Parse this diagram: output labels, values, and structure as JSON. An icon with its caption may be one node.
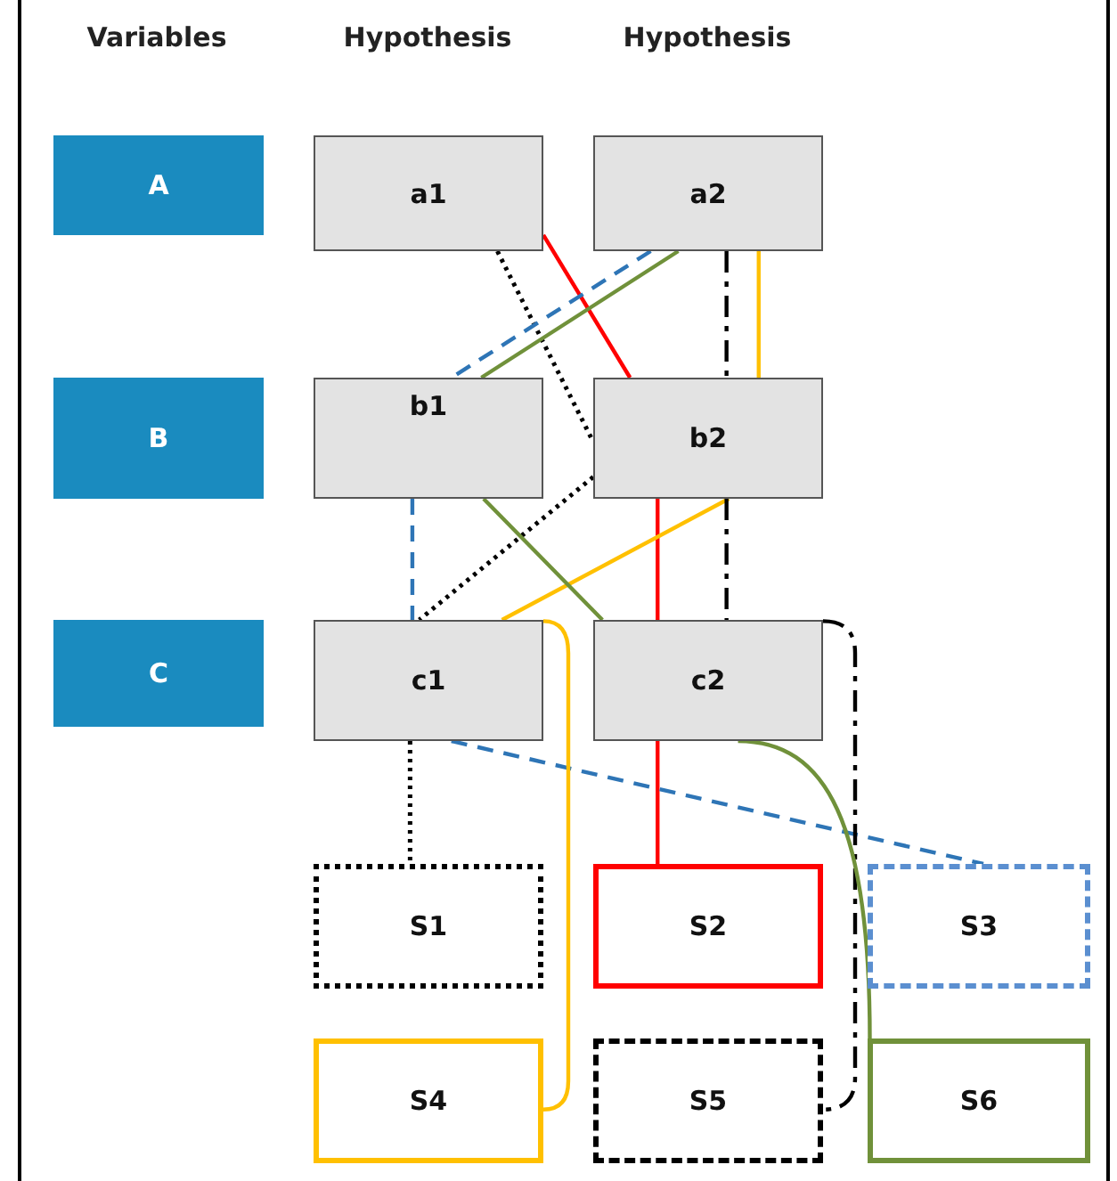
{
  "diagram": {
    "nodes": [
      {
        "text": [
          "A"
        ]
      },
      {
        "text": [
          "B"
        ]
      },
      {
        "text": [
          "C"
        ]
      },
      {
        "text": [
          "a1"
        ]
      },
      {
        "text": [
          "a2"
        ]
      },
      {
        "text": [
          "b1"
        ]
      },
      {
        "text": [
          "b2"
        ]
      },
      {
        "text": [
          "c1"
        ]
      },
      {
        "text": [
          "c2"
        ]
      },
      {
        "text": [
          "S1"
        ]
      },
      {
        "text": [
          "S2"
        ]
      },
      {
        "text": [
          "S3"
        ]
      },
      {
        "text": [
          "S4"
        ]
      },
      {
        "text": [
          "S5"
        ]
      },
      {
        "text": [
          "S6"
        ]
      }
    ],
    "edges": [
      {
        "from": 3,
        "to": 6,
        "arrow": "none",
        "style": "dashed",
        "color": "#000000"
      },
      {
        "from": 6,
        "to": 7,
        "arrow": "none",
        "style": "dashed",
        "color": "#000000"
      },
      {
        "from": 7,
        "to": 9,
        "arrow": "none",
        "style": "dashed",
        "color": "#000000"
      },
      {
        "from": 3,
        "to": 6,
        "arrow": "none",
        "color": "#ff0000"
      },
      {
        "from": 6,
        "to": 8,
        "arrow": "none",
        "color": "#ff0000"
      },
      {
        "from": 8,
        "to": 10,
        "arrow": "none",
        "color": "#ff0000"
      },
      {
        "from": 4,
        "to": 5,
        "arrow": "none",
        "style": "dashed",
        "color": "#2e75b6"
      },
      {
        "from": 5,
        "to": 7,
        "arrow": "none",
        "style": "dashed",
        "color": "#2e75b6"
      },
      {
        "from": 7,
        "to": 11,
        "arrow": "none",
        "style": "dashed",
        "color": "#2e75b6"
      },
      {
        "from": 4,
        "to": 6,
        "arrow": "none",
        "color": "#ffc000"
      },
      {
        "from": 6,
        "to": 7,
        "arrow": "none",
        "color": "#ffc000"
      },
      {
        "from": 7,
        "to": 12,
        "arrow": "none",
        "color": "#ffc000"
      },
      {
        "from": 4,
        "to": 6,
        "arrow": "none",
        "style": "dashed",
        "color": "#000000"
      },
      {
        "from": 6,
        "to": 8,
        "arrow": "none",
        "style": "dashed",
        "color": "#000000"
      },
      {
        "from": 8,
        "to": 13,
        "arrow": "none",
        "style": "dashed",
        "color": "#000000"
      },
      {
        "from": 4,
        "to": 5,
        "arrow": "none",
        "color": "#70913a"
      },
      {
        "from": 5,
        "to": 8,
        "arrow": "none",
        "color": "#70913a"
      },
      {
        "from": 8,
        "to": 14,
        "arrow": "none",
        "color": "#70913a"
      }
    ],
    "labels": [
      "Variables",
      "Hypothesis",
      "Hypothesis"
    ]
  }
}
